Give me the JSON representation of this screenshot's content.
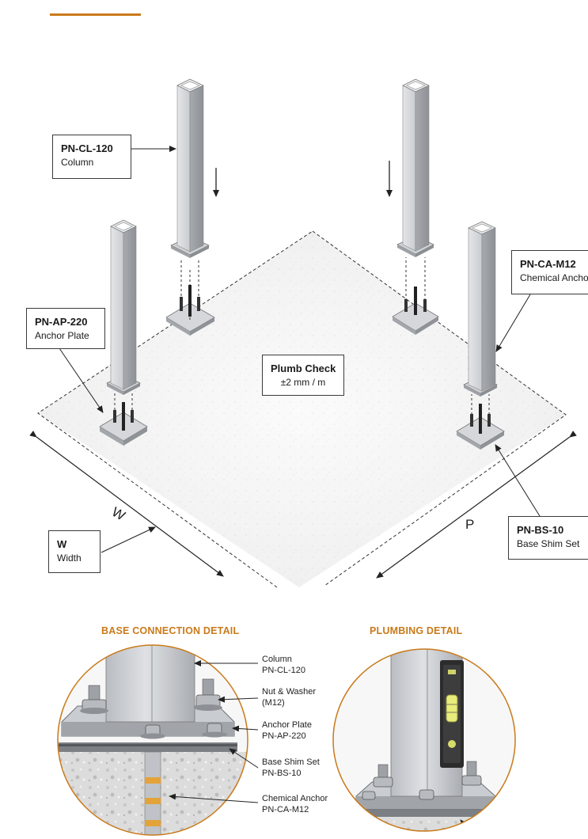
{
  "accent_color": "#c97a1a",
  "callouts": {
    "column": {
      "code": "PN-CL-120",
      "desc": "Column"
    },
    "anchor_plate": {
      "code": "PN-AP-220",
      "desc": "Anchor Plate"
    },
    "chemical_anchor": {
      "code": "PN-CA-M12",
      "desc": "Chemical Anchor"
    },
    "plumb_check": {
      "title": "Plumb Check",
      "value": "±2 mm / m"
    },
    "base_shim": {
      "code": "PN-BS-10",
      "desc": "Base Shim Set"
    },
    "width": {
      "code": "W",
      "desc": "Width"
    }
  },
  "dimensions": {
    "w_label": "W",
    "p_label": "P"
  },
  "details": {
    "base_connection": {
      "title": "BASE CONNECTION DETAIL",
      "labels": [
        {
          "line1": "Column",
          "line2": "PN-CL-120"
        },
        {
          "line1": "Nut & Washer",
          "line2": "(M12)"
        },
        {
          "line1": "Anchor Plate",
          "line2": "PN-AP-220"
        },
        {
          "line1": "Base Shim Set",
          "line2": "PN-BS-10"
        },
        {
          "line1": "Chemical Anchor",
          "line2": "PN-CA-M12"
        }
      ]
    },
    "plumbing": {
      "title": "PLUMBING DETAIL"
    }
  }
}
